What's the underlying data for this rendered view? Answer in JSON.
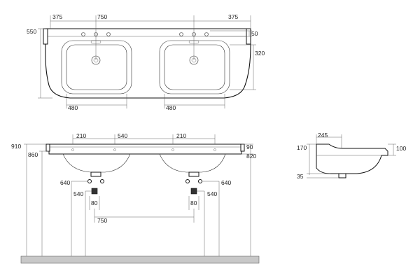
{
  "top_view": {
    "left_overhang": "375",
    "center_spacing": "750",
    "right_overhang": "375",
    "depth": "550",
    "rear_edge": "50",
    "bowl_depth": "320",
    "bowl_width_left": "480",
    "bowl_width_right": "480"
  },
  "front_view": {
    "total_height": "910",
    "rim_height": "860",
    "left_tap_offset": "210",
    "tap_spacing": "540",
    "right_tap_offset": "210",
    "rim_thickness": "90",
    "bowl_height": "820",
    "supply_height_left": "640",
    "supply_height_right": "640",
    "drain_height_left": "540",
    "drain_height_right": "540",
    "drain_width_left": "80",
    "drain_width_right": "80",
    "drain_spacing": "750"
  },
  "side_view": {
    "tap_depth": "245",
    "splash_height": "170",
    "front_height": "100",
    "drain_offset": "35"
  },
  "colors": {
    "line": "#333333",
    "floor": "#c8c8c8"
  }
}
